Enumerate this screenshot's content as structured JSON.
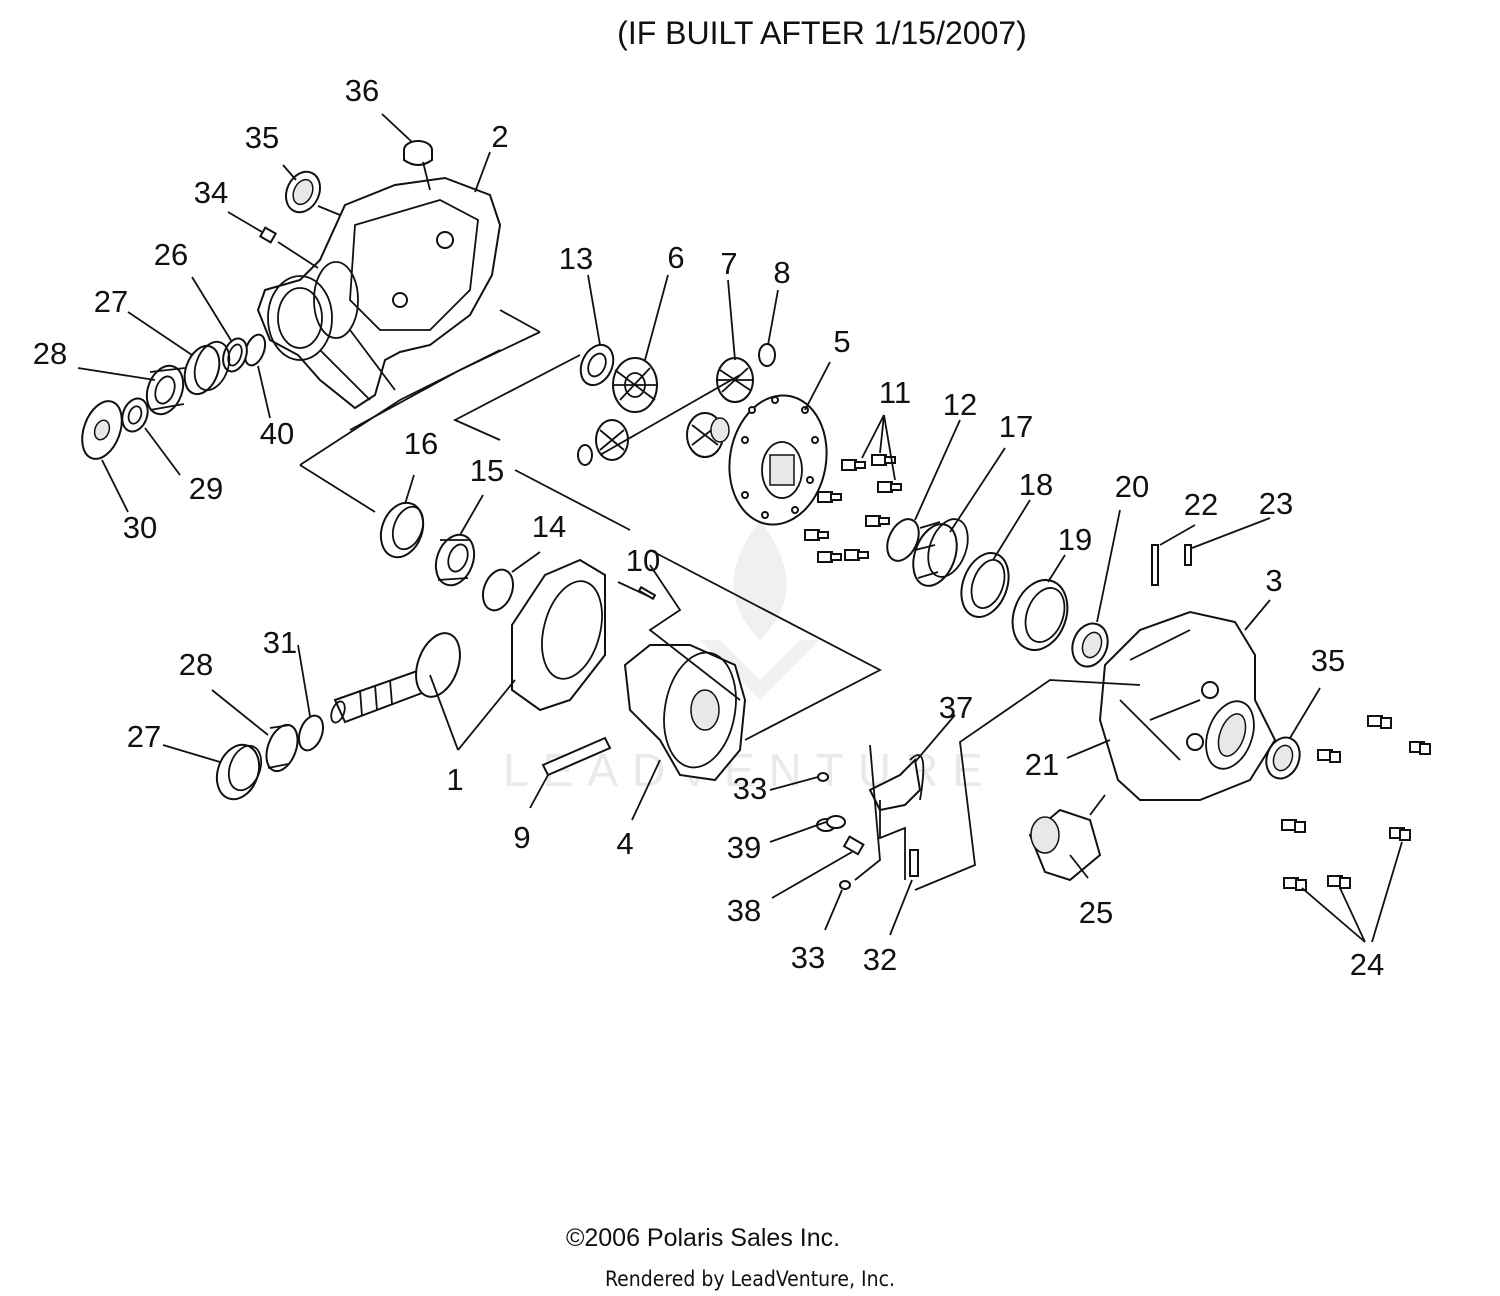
{
  "title": "(IF BUILT AFTER 1/15/2007)",
  "copyright": "©2006 Polaris Sales Inc.",
  "rendered_by": "Rendered by LeadVenture, Inc.",
  "watermark": "LEADVENTURE",
  "labels": [
    {
      "id": "36",
      "text": "36"
    },
    {
      "id": "35a",
      "text": "35"
    },
    {
      "id": "2",
      "text": "2"
    },
    {
      "id": "34",
      "text": "34"
    },
    {
      "id": "26",
      "text": "26"
    },
    {
      "id": "27a",
      "text": "27"
    },
    {
      "id": "28a",
      "text": "28"
    },
    {
      "id": "40",
      "text": "40"
    },
    {
      "id": "29",
      "text": "29"
    },
    {
      "id": "30",
      "text": "30"
    },
    {
      "id": "13",
      "text": "13"
    },
    {
      "id": "6",
      "text": "6"
    },
    {
      "id": "7",
      "text": "7"
    },
    {
      "id": "8",
      "text": "8"
    },
    {
      "id": "5",
      "text": "5"
    },
    {
      "id": "11",
      "text": "11"
    },
    {
      "id": "12",
      "text": "12"
    },
    {
      "id": "17",
      "text": "17"
    },
    {
      "id": "16",
      "text": "16"
    },
    {
      "id": "15",
      "text": "15"
    },
    {
      "id": "14",
      "text": "14"
    },
    {
      "id": "18",
      "text": "18"
    },
    {
      "id": "20",
      "text": "20"
    },
    {
      "id": "19",
      "text": "19"
    },
    {
      "id": "22",
      "text": "22"
    },
    {
      "id": "23",
      "text": "23"
    },
    {
      "id": "10",
      "text": "10"
    },
    {
      "id": "3",
      "text": "3"
    },
    {
      "id": "31",
      "text": "31"
    },
    {
      "id": "28b",
      "text": "28"
    },
    {
      "id": "35b",
      "text": "35"
    },
    {
      "id": "37",
      "text": "37"
    },
    {
      "id": "27b",
      "text": "27"
    },
    {
      "id": "21",
      "text": "21"
    },
    {
      "id": "1",
      "text": "1"
    },
    {
      "id": "33a",
      "text": "33"
    },
    {
      "id": "9",
      "text": "9"
    },
    {
      "id": "4",
      "text": "4"
    },
    {
      "id": "39",
      "text": "39"
    },
    {
      "id": "38",
      "text": "38"
    },
    {
      "id": "25",
      "text": "25"
    },
    {
      "id": "33b",
      "text": "33"
    },
    {
      "id": "32",
      "text": "32"
    },
    {
      "id": "24",
      "text": "24"
    }
  ]
}
